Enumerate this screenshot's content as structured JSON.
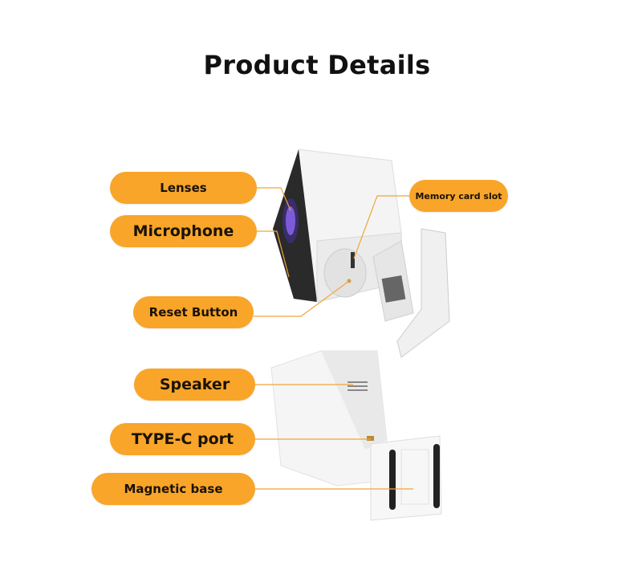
{
  "title": "Product Details",
  "labels": {
    "lenses": "Lenses",
    "microphone": "Microphone",
    "memory_card_slot": "Memory card slot",
    "reset_button": "Reset Button",
    "speaker": "Speaker",
    "type_c_port": "TYPE-C port",
    "magnetic_base": "Magnetic base"
  },
  "colors": {
    "pill": "#f8a52a",
    "leader_line": "#f0a53a"
  }
}
